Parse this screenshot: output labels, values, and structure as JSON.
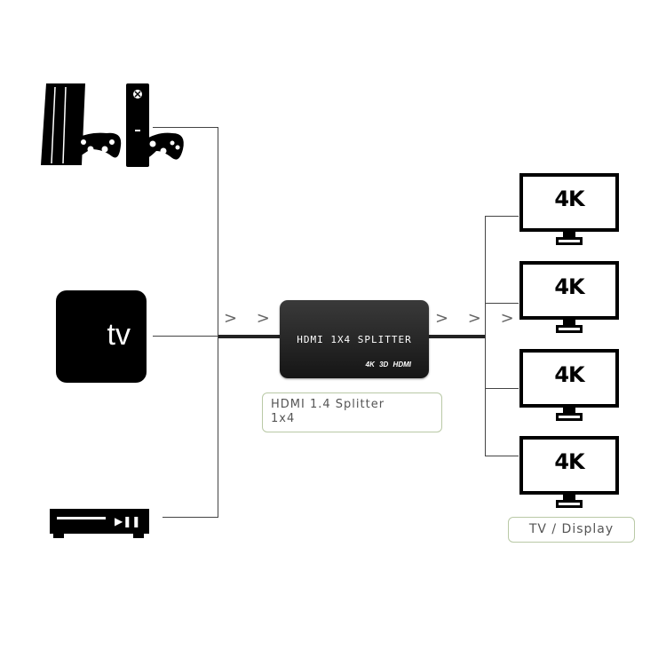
{
  "source_tv_logo": "tv",
  "splitter": {
    "title": "HDMI 1X4 SPLITTER",
    "badges": "4K 3D HDMI"
  },
  "splitter_label": {
    "line1": "HDMI 1.4 Splitter",
    "line2": "1x4"
  },
  "displays": [
    {
      "label": "4K"
    },
    {
      "label": "4K"
    },
    {
      "label": "4K"
    },
    {
      "label": "4K"
    }
  ],
  "display_label": "TV / Display",
  "input_chevrons": "> > >",
  "output_chevrons": "> > >",
  "icons": [
    "game-console-icon",
    "tv-box-icon",
    "dvd-player-icon",
    "splitter-device",
    "monitor-icon"
  ]
}
